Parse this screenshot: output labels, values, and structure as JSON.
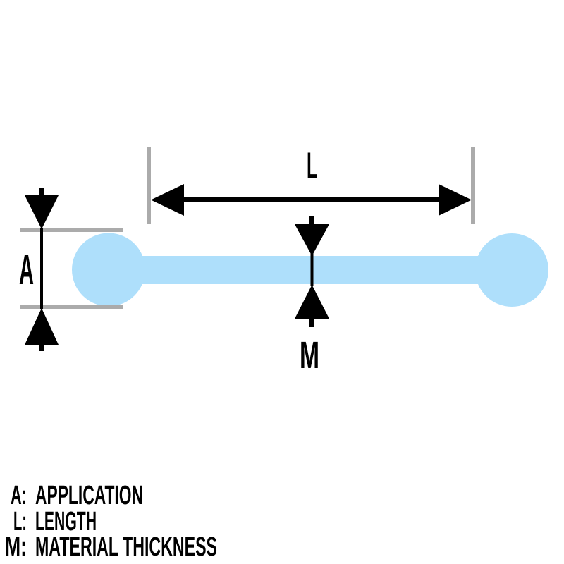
{
  "colors": {
    "barbell": "#AEDFFB",
    "guide": "#ABABAB",
    "dimension": "#000000",
    "background": "#FFFFFF"
  },
  "diagram": {
    "application_label": "A",
    "length_label": "L",
    "material_label": "M"
  },
  "legend": {
    "items": [
      {
        "key": "A:",
        "label": "APPLICATION"
      },
      {
        "key": "L:",
        "label": "LENGTH"
      },
      {
        "key": "M:",
        "label": "MATERIAL THICKNESS"
      }
    ]
  }
}
